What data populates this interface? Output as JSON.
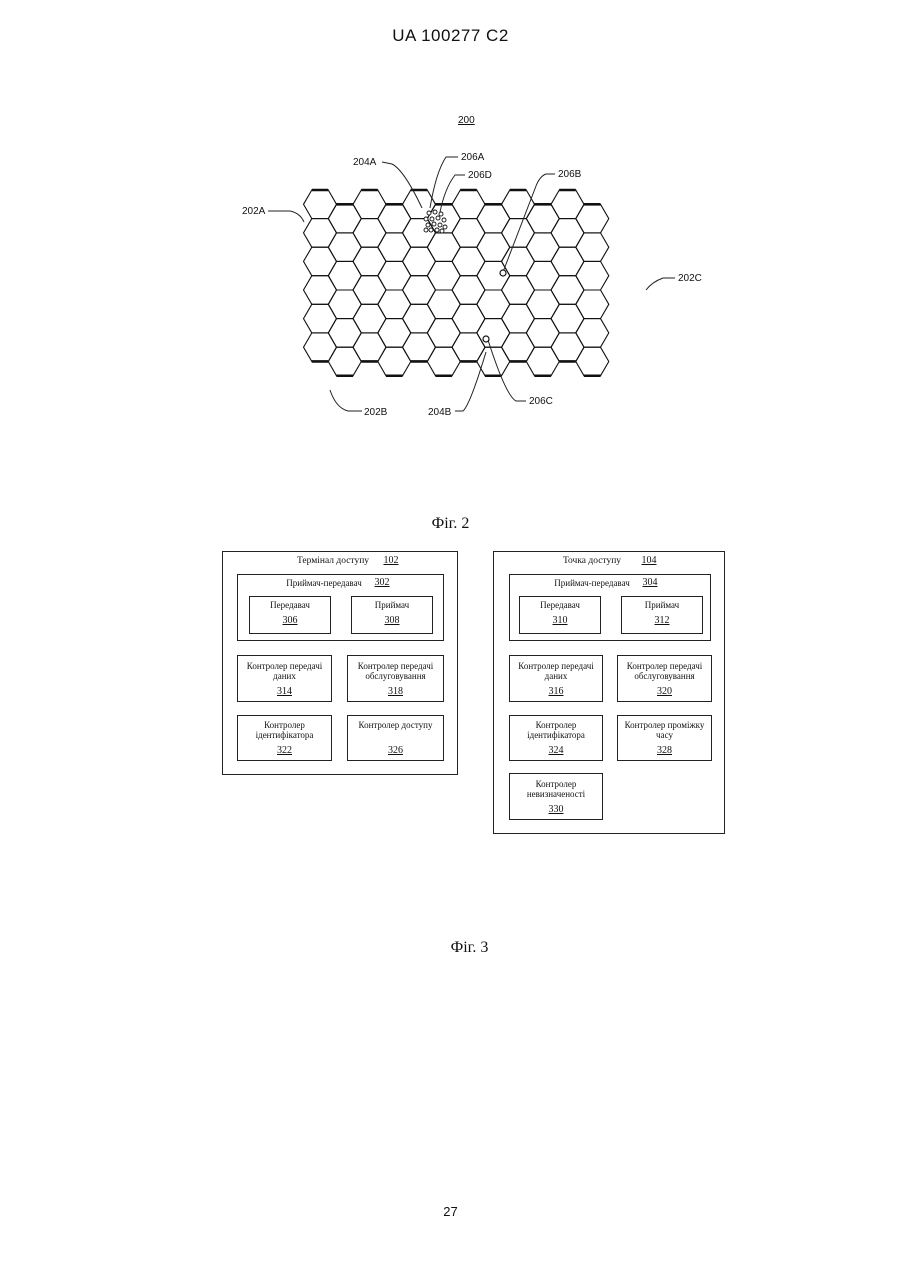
{
  "header": "UA   100277   C2",
  "fig2": {
    "ref": "200",
    "labels": {
      "l202A": "202A",
      "l202B": "202B",
      "l202C": "202C",
      "l204A": "204A",
      "l204B": "204B",
      "l206A": "206A",
      "l206B": "206B",
      "l206C": "206C",
      "l206D": "206D"
    },
    "caption": "Фіг. 2"
  },
  "fig3": {
    "left": {
      "title": "Термінал доступу",
      "title_num": "102",
      "trx": "Приймач-передавач",
      "trx_num": "302",
      "tx": "Передавач",
      "tx_num": "306",
      "rx": "Приймач",
      "rx_num": "308",
      "data_ctrl": "Контролер передачі даних",
      "data_ctrl_num": "314",
      "svc_ctrl": "Контролер передачі обслуговування",
      "svc_ctrl_num": "318",
      "id_ctrl": "Контролер ідентифікатора",
      "id_ctrl_num": "322",
      "acc_ctrl": "Контролер доступу",
      "acc_ctrl_num": "326"
    },
    "right": {
      "title": "Точка доступу",
      "title_num": "104",
      "trx": "Приймач-передавач",
      "trx_num": "304",
      "tx": "Передавач",
      "tx_num": "310",
      "rx": "Приймач",
      "rx_num": "312",
      "data_ctrl": "Контролер передачі даних",
      "data_ctrl_num": "316",
      "svc_ctrl": "Контролер передачі обслуговування",
      "svc_ctrl_num": "320",
      "id_ctrl": "Контролер ідентифікатора",
      "id_ctrl_num": "324",
      "time_ctrl": "Контролер проміжку часу",
      "time_ctrl_num": "328",
      "amb_ctrl": "Контролер невизначеності",
      "amb_ctrl_num": "330"
    },
    "caption": "Фіг. 3"
  },
  "footer": "27"
}
